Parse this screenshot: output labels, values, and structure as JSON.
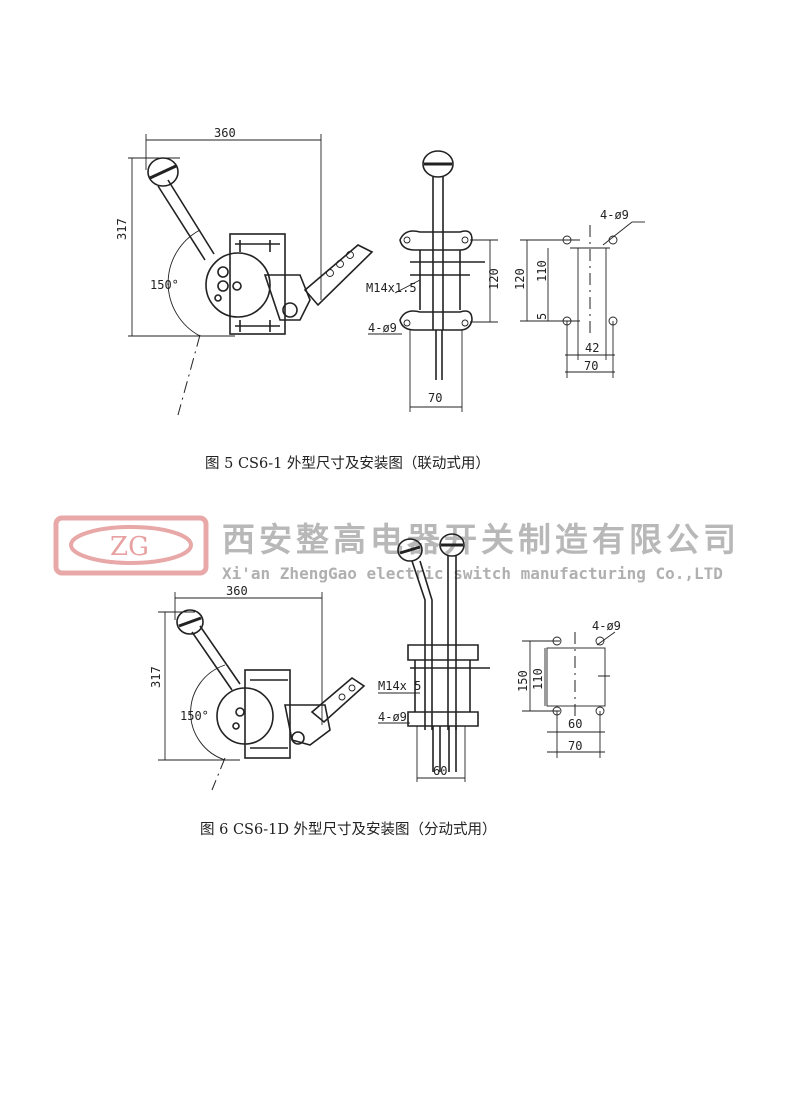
{
  "figure5": {
    "caption": "图 5   CS6-1 外型尺寸及安装图（联动式用）",
    "side_view": {
      "width_dim": "360",
      "height_dim": "317",
      "angle": "150°"
    },
    "front_view": {
      "thread": "M14x1.5",
      "holes": "4-ø9",
      "height_dim": "120",
      "width_dim": "70"
    },
    "mounting": {
      "holes": "4-ø9",
      "outer_height": "120",
      "inner_height": "110",
      "offset": "5",
      "inner_width": "42",
      "outer_width": "70"
    }
  },
  "figure6": {
    "caption": "图 6   CS6-1D 外型尺寸及安装图（分动式用）",
    "side_view": {
      "width_dim": "360",
      "height_dim": "317",
      "angle": "150°"
    },
    "front_view": {
      "thread": "M14x 5",
      "holes": "4-ø9",
      "width_dim": "60"
    },
    "mounting": {
      "holes": "4-ø9",
      "outer_height": "150",
      "inner_height": "110",
      "inner_width": "60",
      "outer_width": "70"
    }
  },
  "watermark": {
    "logo": "ZG",
    "company_cn": "西安整高电器开关制造有限公司",
    "company_en": "Xi'an ZhengGao electric switch manufacturing Co.,LTD"
  }
}
